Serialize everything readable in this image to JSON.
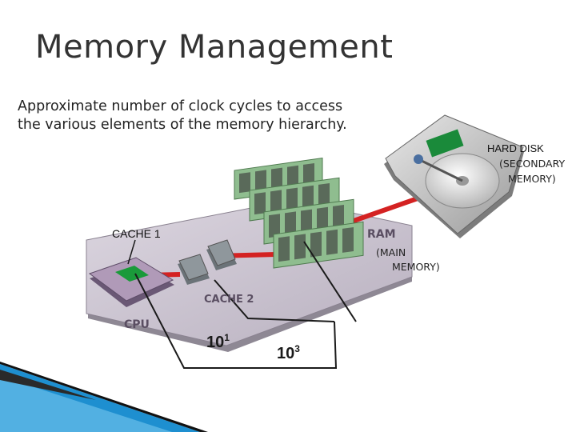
{
  "slide": {
    "title": "Memory Management",
    "subtitle_line1": "Approximate number of clock cycles to access",
    "subtitle_line2": "the various elements of the memory hierarchy."
  },
  "labels": {
    "hard_disk": "HARD DISK",
    "secondary_1": "(SECONDARY",
    "secondary_2": "MEMORY)",
    "cache1": "CACHE 1",
    "ram": "RAM",
    "main_1": "(MAIN",
    "main_2": "MEMORY)",
    "cache2": "CACHE 2",
    "cpu": "CPU",
    "cycles_cache_base": "10",
    "cycles_cache_exp": "1",
    "cycles_ram_base": "10",
    "cycles_ram_exp": "3"
  },
  "colors": {
    "board": "#c9c3cf",
    "connector": "#d42222",
    "ram_chip": "#5a6a5a",
    "ram_board": "#7fb07f",
    "cpu_chip": "#b09ab8",
    "cpu_core": "#1a9a3a",
    "accent_blue": "#2a7fbf"
  }
}
